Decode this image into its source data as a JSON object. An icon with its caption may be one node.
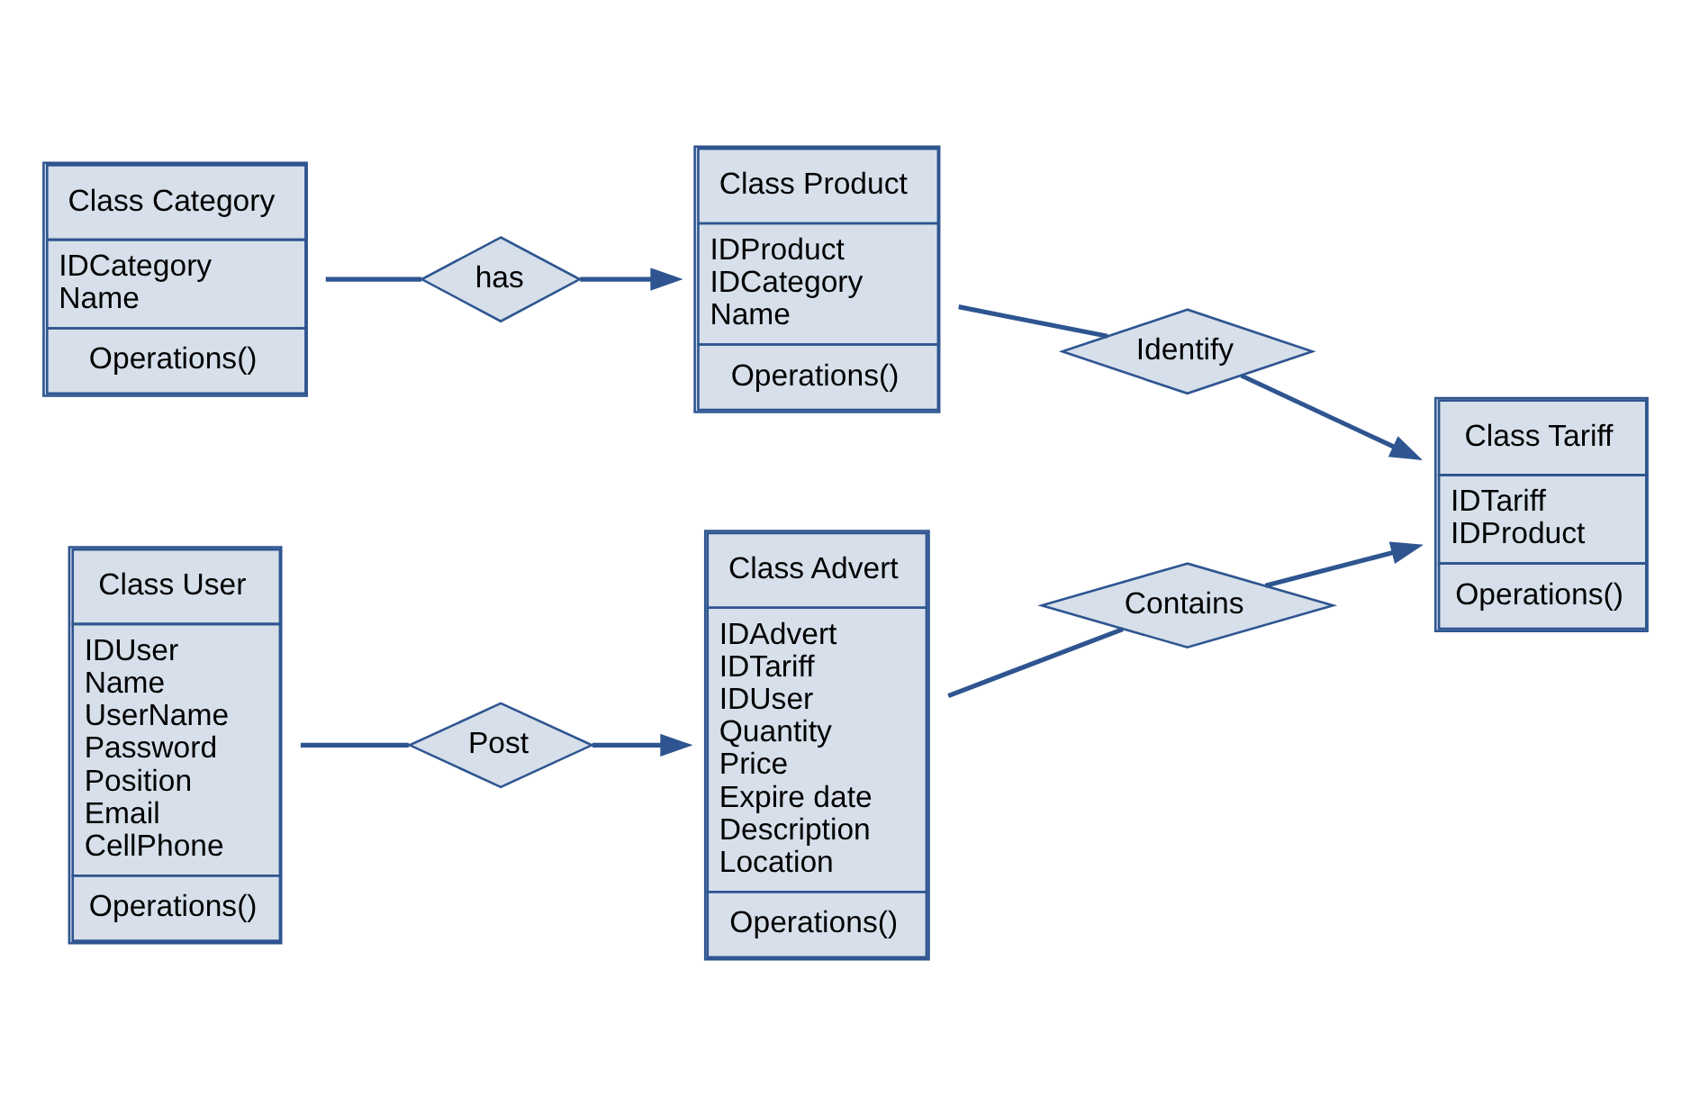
{
  "diagram": {
    "nodes": [
      {
        "text": [
          "Class Category",
          "IDCategory",
          "Name",
          "Operations()"
        ]
      },
      {
        "text": [
          "has"
        ]
      },
      {
        "text": [
          "Class Product",
          "IDProduct",
          "IDCategory",
          "Name",
          "Operations()"
        ]
      },
      {
        "text": [
          "Identify"
        ]
      },
      {
        "text": [
          "Class Tariff",
          "IDTariff",
          "IDProduct",
          "Operations()"
        ]
      },
      {
        "text": [
          "Class User",
          "IDUser",
          "Name",
          "UserName",
          "Password",
          "Position",
          "Email",
          "CellPhone",
          "Operations()"
        ]
      },
      {
        "text": [
          "Post"
        ]
      },
      {
        "text": [
          "Class Advert",
          "IDAdvert",
          "IDTariff",
          "IDUser",
          "Quantity",
          "Price",
          "Expire date",
          "Description",
          "Location",
          "Operations()"
        ]
      },
      {
        "text": [
          "Contains"
        ]
      }
    ],
    "edges": [
      {
        "from": 0,
        "to": 1,
        "arrow": "none"
      },
      {
        "from": 1,
        "to": 2,
        "arrow": "to"
      },
      {
        "from": 2,
        "to": 3,
        "arrow": "none"
      },
      {
        "from": 3,
        "to": 4,
        "arrow": "to"
      },
      {
        "from": 5,
        "to": 6,
        "arrow": "none"
      },
      {
        "from": 6,
        "to": 7,
        "arrow": "to"
      },
      {
        "from": 7,
        "to": 8,
        "arrow": "none"
      },
      {
        "from": 8,
        "to": 4,
        "arrow": "to"
      }
    ]
  }
}
